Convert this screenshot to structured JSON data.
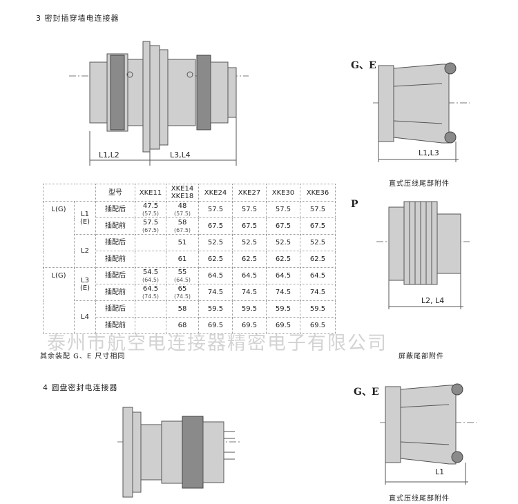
{
  "section3": {
    "title": "3  密封插穿墙电连接器",
    "dim_left": "L1,L2",
    "dim_right": "L3,L4"
  },
  "table": {
    "header_model": "型号",
    "columns": [
      "XKE11",
      "XKE14\nXKE18",
      "XKE24",
      "XKE27",
      "XKE30",
      "XKE36"
    ],
    "rows": [
      {
        "group": "L(G)",
        "dim": "L1\n(E)",
        "state": "插配后",
        "values": [
          [
            "47.5",
            "(57.5)"
          ],
          [
            "48",
            "(57.5)"
          ],
          [
            "57.5",
            ""
          ],
          [
            "57.5",
            ""
          ],
          [
            "57.5",
            ""
          ],
          [
            "57.5",
            ""
          ]
        ]
      },
      {
        "state": "插配前",
        "values": [
          [
            "57.5",
            "(67.5)"
          ],
          [
            "58",
            "(67.5)"
          ],
          [
            "67.5",
            ""
          ],
          [
            "67.5",
            ""
          ],
          [
            "67.5",
            ""
          ],
          [
            "67.5",
            ""
          ]
        ]
      },
      {
        "dim": "L2",
        "state": "插配后",
        "values": [
          [
            "",
            ""
          ],
          [
            "51",
            ""
          ],
          [
            "52.5",
            ""
          ],
          [
            "52.5",
            ""
          ],
          [
            "52.5",
            ""
          ],
          [
            "52.5",
            ""
          ]
        ]
      },
      {
        "state": "插配前",
        "values": [
          [
            "",
            ""
          ],
          [
            "61",
            ""
          ],
          [
            "62.5",
            ""
          ],
          [
            "62.5",
            ""
          ],
          [
            "62.5",
            ""
          ],
          [
            "62.5",
            ""
          ]
        ]
      },
      {
        "group": "L(G)",
        "dim": "L3\n(E)",
        "state": "插配后",
        "values": [
          [
            "54.5",
            "(64.5)"
          ],
          [
            "55",
            "(64.5)"
          ],
          [
            "64.5",
            ""
          ],
          [
            "64.5",
            ""
          ],
          [
            "64.5",
            ""
          ],
          [
            "64.5",
            ""
          ]
        ]
      },
      {
        "state": "插配前",
        "values": [
          [
            "64.5",
            "(74.5)"
          ],
          [
            "65",
            "(74.5)"
          ],
          [
            "74.5",
            ""
          ],
          [
            "74.5",
            ""
          ],
          [
            "74.5",
            ""
          ],
          [
            "74.5",
            ""
          ]
        ]
      },
      {
        "dim": "L4",
        "state": "插配后",
        "values": [
          [
            "",
            ""
          ],
          [
            "58",
            ""
          ],
          [
            "59.5",
            ""
          ],
          [
            "59.5",
            ""
          ],
          [
            "59.5",
            ""
          ],
          [
            "59.5",
            ""
          ]
        ]
      },
      {
        "state": "插配前",
        "values": [
          [
            "",
            ""
          ],
          [
            "68",
            ""
          ],
          [
            "69.5",
            ""
          ],
          [
            "69.5",
            ""
          ],
          [
            "69.5",
            ""
          ],
          [
            "69.5",
            ""
          ]
        ]
      }
    ],
    "note": "其余装配 G、E 尺寸相同"
  },
  "watermark": "泰州市航空电连接器精密电子有限公司",
  "section4": {
    "title": "4 圆盘密封电连接器"
  },
  "right": {
    "ge_top_label": "G、E",
    "ge_top_dim": "L1,L3",
    "ge_top_caption": "直式压线尾部附件",
    "p_label": "P",
    "p_dim": "L2, L4",
    "p_caption": "屏蔽尾部附件",
    "ge_bottom_label": "G、E",
    "ge_bottom_dim": "L1",
    "ge_bottom_caption": "直式压线尾部附件"
  }
}
